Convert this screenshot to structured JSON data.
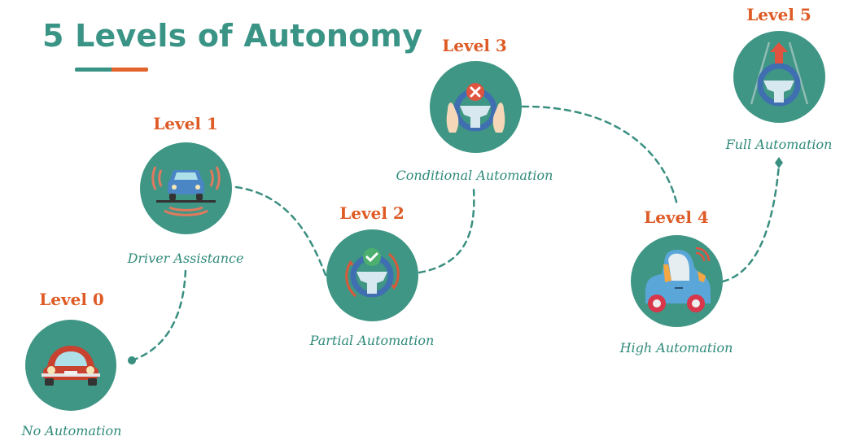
{
  "title": "5 Levels of Autonomy",
  "levels": [
    {
      "label": "Level 0",
      "description": "No Automation",
      "icon": "classic-car-icon"
    },
    {
      "label": "Level 1",
      "description": "Driver Assistance",
      "icon": "car-sensors-icon"
    },
    {
      "label": "Level 2",
      "description": "Partial Automation",
      "icon": "steering-wheel-check-icon"
    },
    {
      "label": "Level 3",
      "description": "Conditional Automation",
      "icon": "hands-off-steering-wheel-icon"
    },
    {
      "label": "Level 4",
      "description": "High Automation",
      "icon": "autonomous-car-icon"
    },
    {
      "label": "Level 5",
      "description": "Full Automation",
      "icon": "steering-wheel-arrow-up-icon"
    }
  ],
  "colors": {
    "teal": "#3a9486",
    "circle": "#3f9685",
    "orange": "#de5b26",
    "path": "#3a8f80"
  }
}
